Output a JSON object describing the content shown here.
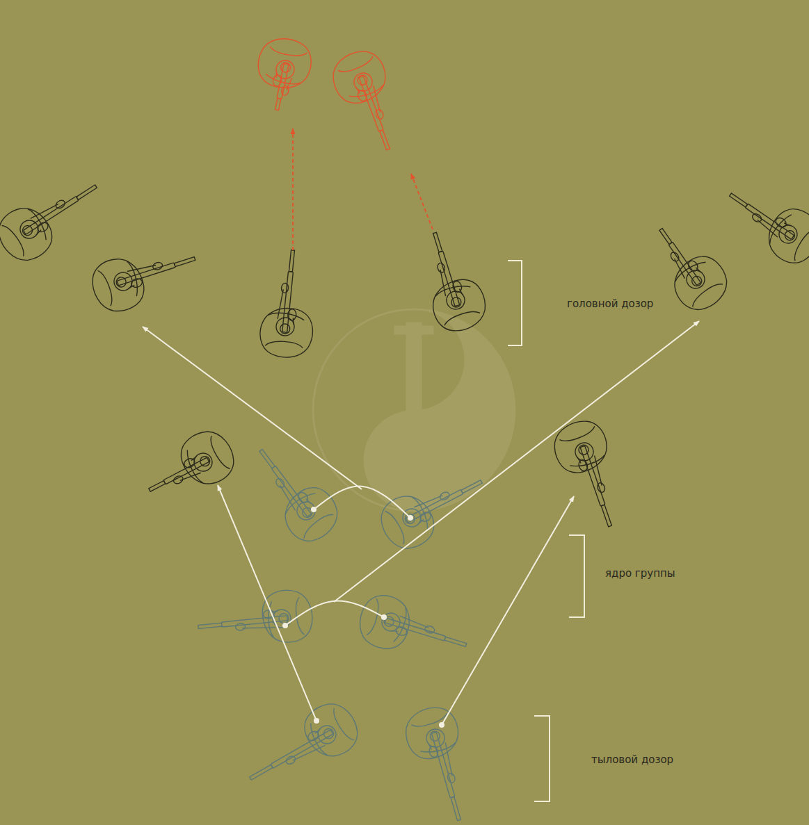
{
  "diagram": {
    "labels": [
      "головной дозор",
      "ядро группы",
      "тыловой дозор"
    ]
  }
}
